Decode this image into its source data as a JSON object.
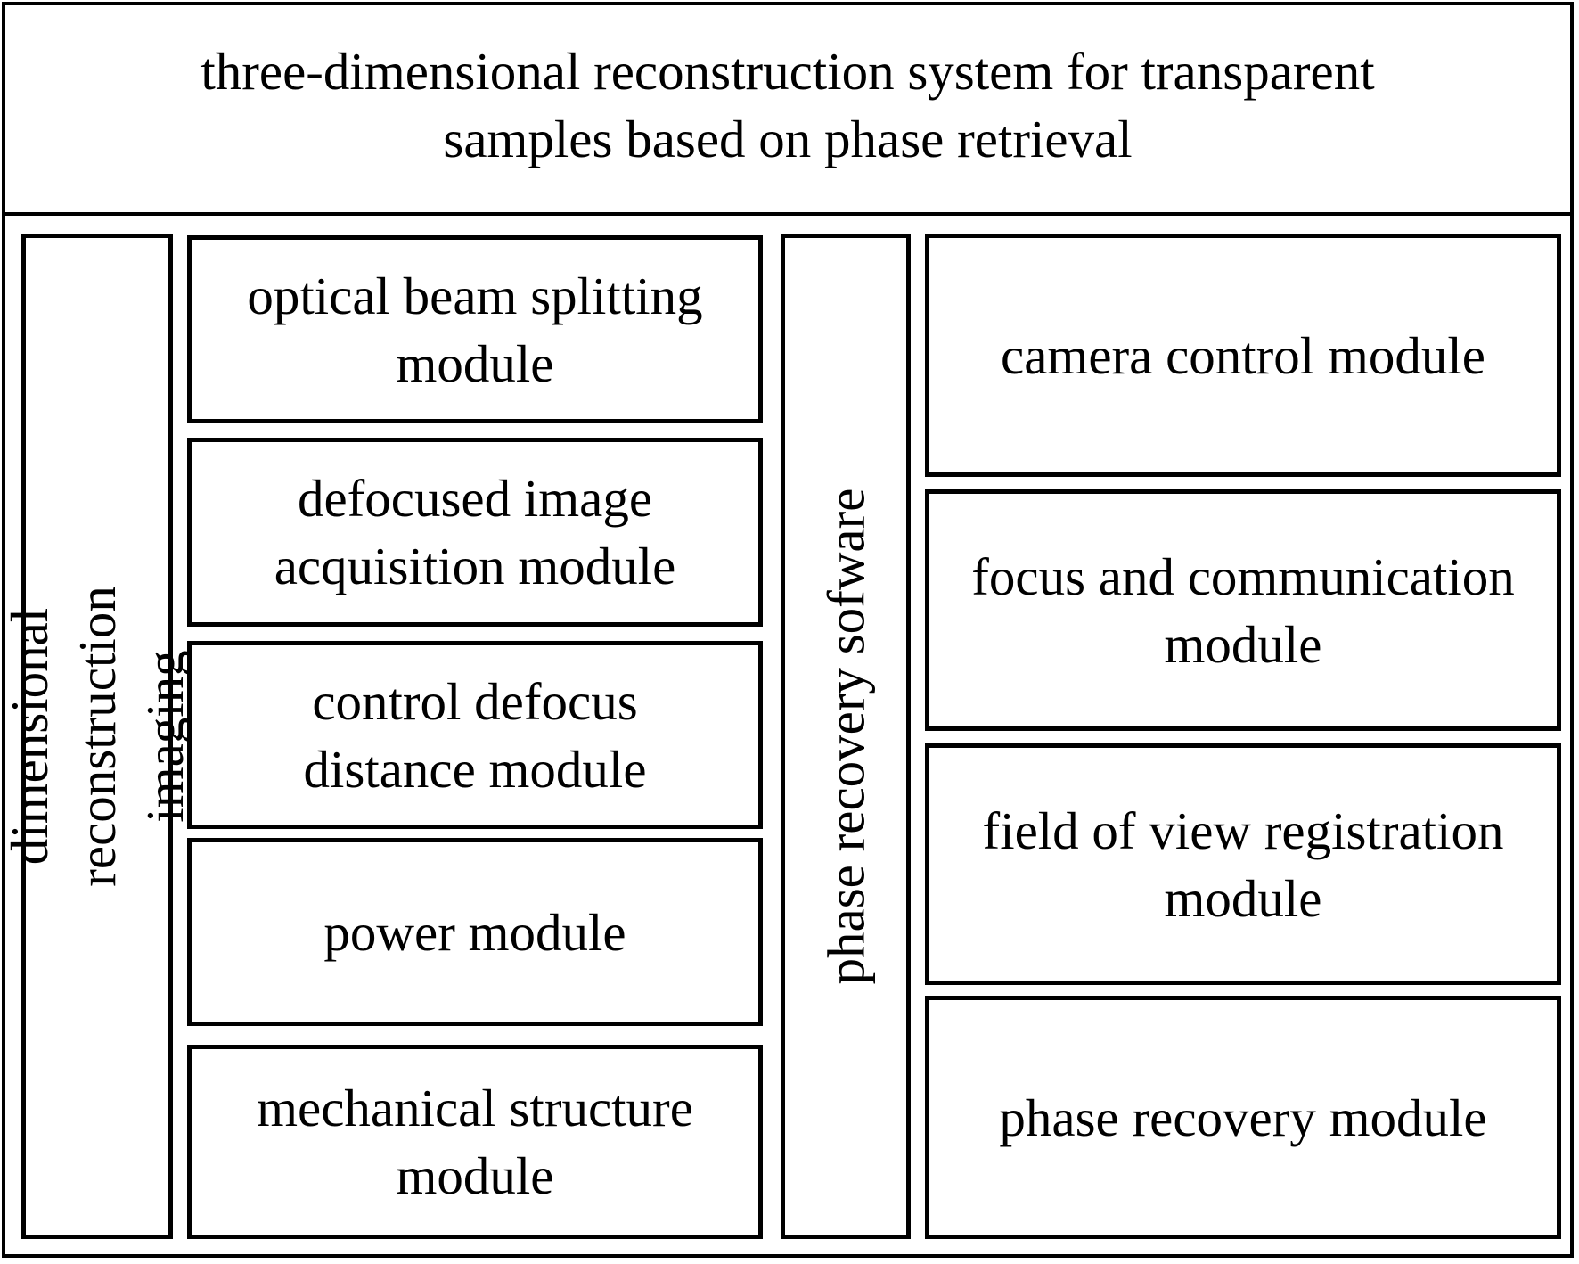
{
  "title": "three-dimensional reconstruction system for transparent\nsamples based on phase retrieval",
  "platform": {
    "label": "three-dimensional reconstruction\nimaging platform",
    "modules": [
      "optical beam splitting\nmodule",
      "defocused image\nacquisition module",
      "control defocus\ndistance module",
      "power module",
      "mechanical structure\nmodule"
    ]
  },
  "software": {
    "label": "phase recovery sofware",
    "modules": [
      "camera control module",
      "focus and communication\nmodule",
      "field of view registration\nmodule",
      "phase recovery module"
    ]
  }
}
